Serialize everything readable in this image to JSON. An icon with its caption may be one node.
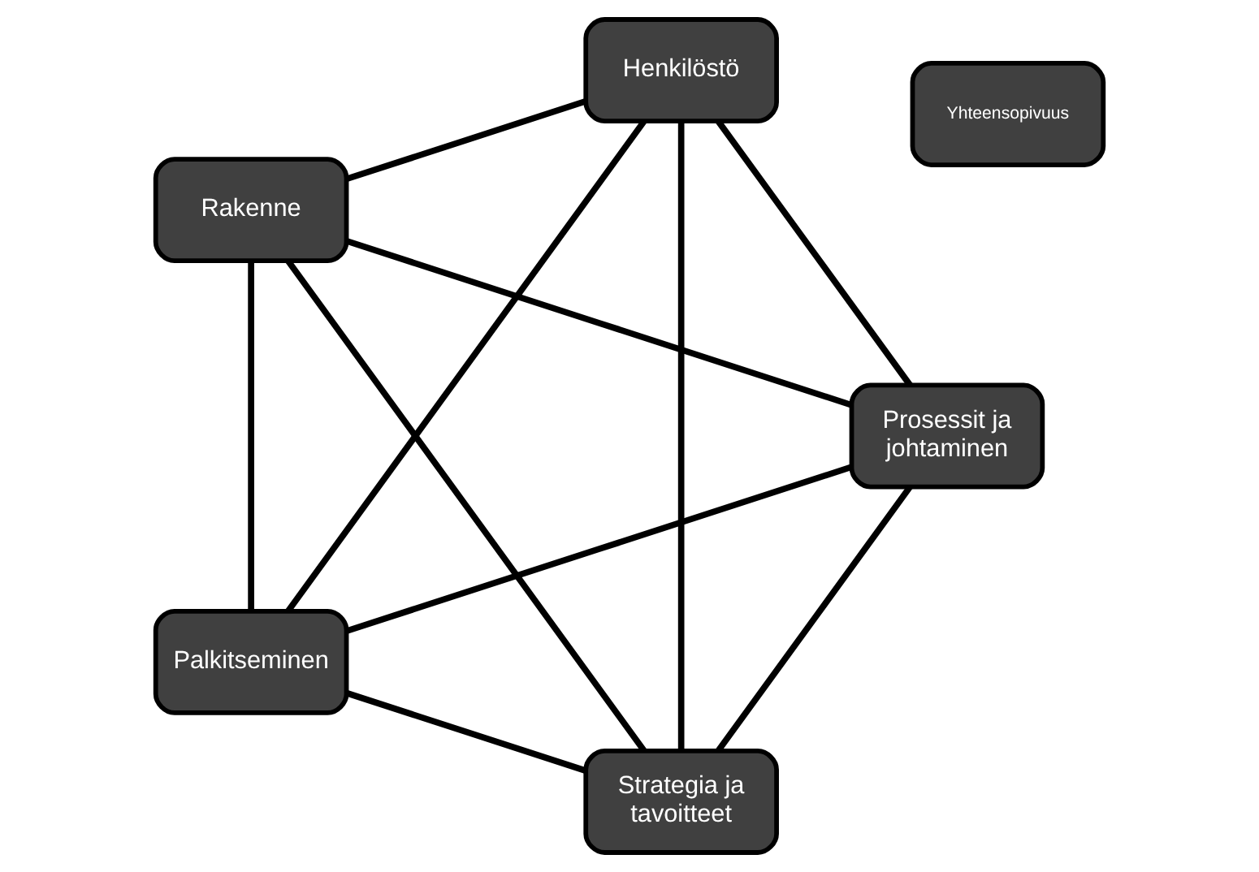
{
  "diagram": {
    "nodes": [
      {
        "text": [
          "Strategia ja tavoitteet"
        ]
      },
      {
        "text": [
          "Prosessit ja johtaminen"
        ]
      },
      {
        "text": [
          "Rakenne"
        ]
      },
      {
        "text": [
          "Henkilöstö"
        ]
      },
      {
        "text": [
          "Palkitseminen"
        ]
      },
      {
        "text": [
          "Yhteensopivuus"
        ]
      }
    ],
    "edges": [
      {
        "from": 0,
        "to": 1,
        "arrow": "none"
      },
      {
        "from": 0,
        "to": 2,
        "arrow": "none"
      },
      {
        "from": 1,
        "to": 2,
        "arrow": "none"
      },
      {
        "from": 1,
        "to": 3,
        "arrow": "none"
      },
      {
        "from": 2,
        "to": 4,
        "arrow": "none"
      },
      {
        "from": 3,
        "to": 4,
        "arrow": "none"
      },
      {
        "from": 0,
        "to": 3,
        "arrow": "none"
      },
      {
        "from": 0,
        "to": 4,
        "arrow": "none"
      },
      {
        "from": 1,
        "to": 4,
        "arrow": "none"
      },
      {
        "from": 2,
        "to": 3,
        "arrow": "none"
      }
    ]
  }
}
